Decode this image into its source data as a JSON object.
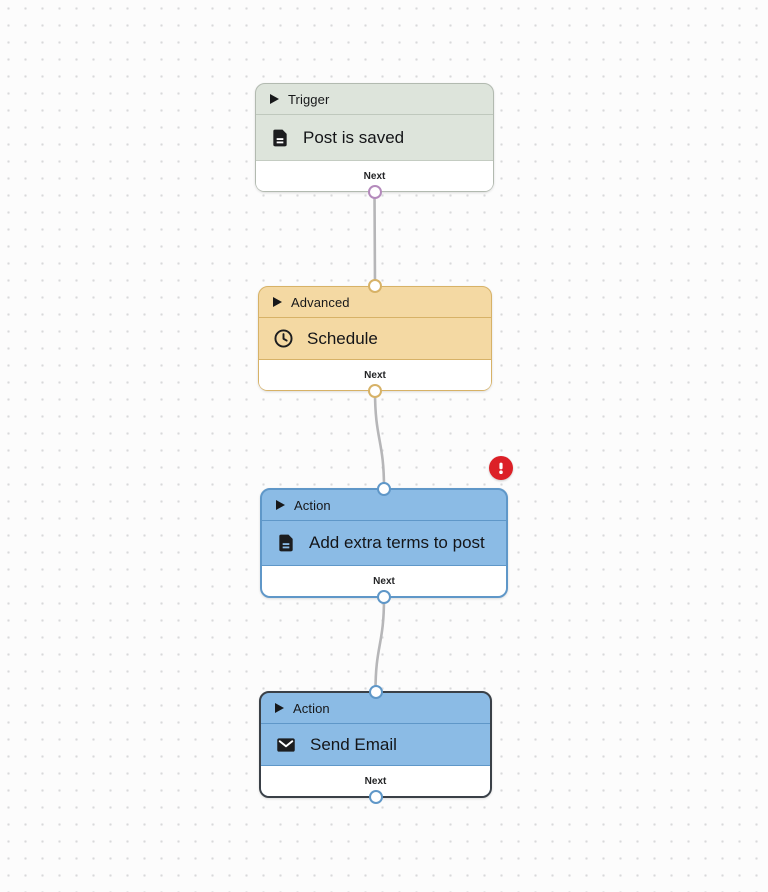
{
  "canvas": {
    "background_color": "#fcfcfc",
    "dot_color": "#d8d9da",
    "wire_color": "#b6b6b8"
  },
  "nodes": [
    {
      "category": "Trigger",
      "title": "Post is saved",
      "icon": "document-icon",
      "output_label": "Next",
      "type": "trigger",
      "colors": {
        "fill": "#dde4db",
        "border": "#b2bab0",
        "port": "#b48abc"
      }
    },
    {
      "category": "Advanced",
      "title": "Schedule",
      "icon": "clock-icon",
      "output_label": "Next",
      "type": "advanced",
      "colors": {
        "fill": "#f4d9a3",
        "border": "#d7b267",
        "port": "#d7b267"
      }
    },
    {
      "category": "Action",
      "title": "Add extra terms to post",
      "icon": "document-icon",
      "output_label": "Next",
      "type": "action",
      "has_error": true,
      "colors": {
        "fill": "#8bbbe5",
        "border": "#5f97c8",
        "port": "#5f97c8"
      }
    },
    {
      "category": "Action",
      "title": "Send Email",
      "icon": "mail-icon",
      "output_label": "Next",
      "type": "action",
      "selected": true,
      "colors": {
        "fill": "#8bbbe5",
        "border": "#3a4047",
        "port": "#5f97c8"
      }
    }
  ],
  "connections": [
    {
      "from": "Trigger / Post is saved : Next",
      "to": "Advanced / Schedule"
    },
    {
      "from": "Advanced / Schedule : Next",
      "to": "Action / Add extra terms to post"
    },
    {
      "from": "Action / Add extra terms to post : Next",
      "to": "Action / Send Email"
    }
  ],
  "error_badge": {
    "symbol": "!",
    "color": "#dc2027",
    "attached_to": "Action / Add extra terms to post"
  }
}
